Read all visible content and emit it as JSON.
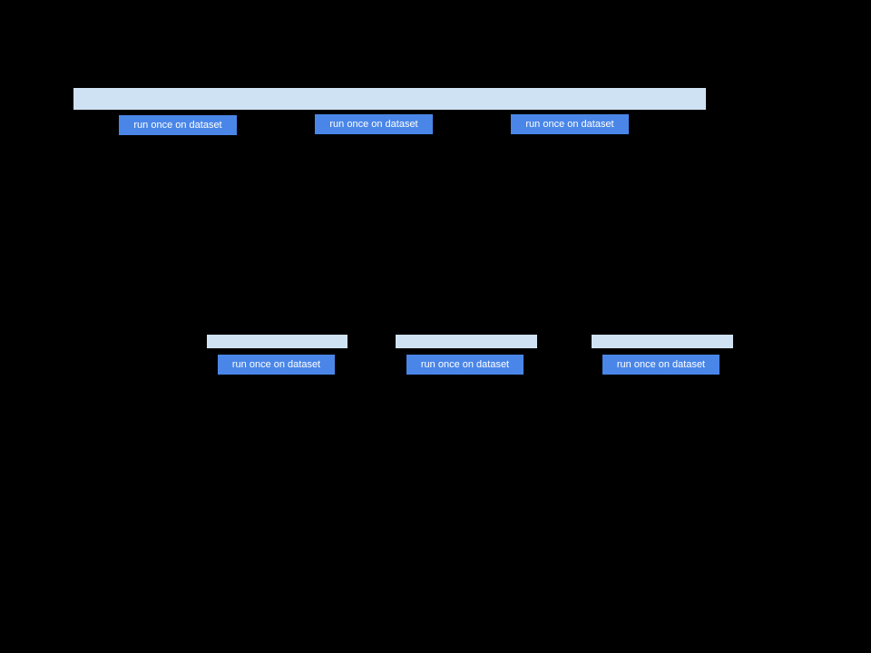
{
  "colors": {
    "canvas_bg": "#000000",
    "bar_fill": "#cfe2f3",
    "button_fill": "#4a86e8",
    "button_text": "#ffffff"
  },
  "top_group": {
    "buttons": [
      {
        "label": "run once on dataset"
      },
      {
        "label": "run once on dataset"
      },
      {
        "label": "run once on dataset"
      }
    ]
  },
  "bottom_groups": [
    {
      "button": {
        "label": "run once on dataset"
      }
    },
    {
      "button": {
        "label": "run once on dataset"
      }
    },
    {
      "button": {
        "label": "run once on dataset"
      }
    }
  ]
}
